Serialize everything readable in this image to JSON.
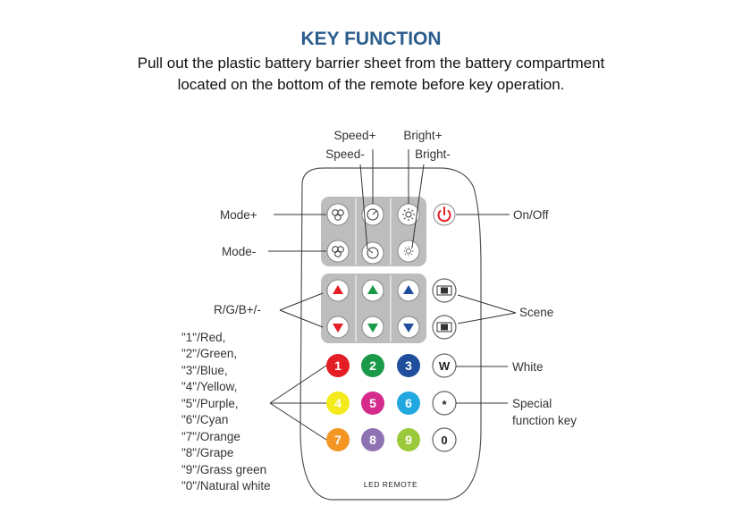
{
  "heading": "KEY FUNCTION",
  "intro_text": "Pull out the plastic battery barrier sheet from the battery compartment located on the bottom of the remote before key operation.",
  "labels": {
    "speed_plus": "Speed+",
    "speed_minus": "Speed-",
    "bright_plus": "Bright+",
    "bright_minus": "Bright-",
    "mode_plus": "Mode+",
    "mode_minus": "Mode-",
    "on_off": "On/Off",
    "rgb": "R/G/B+/-",
    "scene": "Scene",
    "white": "White",
    "special_1": "Special",
    "special_2": "function key"
  },
  "number_legend": [
    "\"1\"/Red,",
    "\"2\"/Green,",
    "\"3\"/Blue,",
    "\"4\"/Yellow,",
    "\"5\"/Purple,",
    "\"6\"/Cyan",
    "\"7\"/Orange",
    "\"8\"/Grape",
    "\"9\"/Grass green",
    "\"0\"/Natural white"
  ],
  "remote": {
    "brand": "LED REMOTE",
    "white_key": "W",
    "special_key": "*",
    "zero_key": "0",
    "number_keys": [
      {
        "label": "1",
        "color": "#e31e24"
      },
      {
        "label": "2",
        "color": "#1a9a48"
      },
      {
        "label": "3",
        "color": "#1f4e9c"
      },
      {
        "label": "4",
        "color": "#f4ea1c"
      },
      {
        "label": "5",
        "color": "#d42b8c"
      },
      {
        "label": "6",
        "color": "#22a8e0"
      },
      {
        "label": "7",
        "color": "#f39623"
      },
      {
        "label": "8",
        "color": "#8e72b4"
      },
      {
        "label": "9",
        "color": "#9cc93b"
      }
    ],
    "arrow_colors": {
      "red": "#e31e24",
      "green": "#1a9a48",
      "blue": "#1f4e9c"
    },
    "power_color": "#e31e24"
  }
}
